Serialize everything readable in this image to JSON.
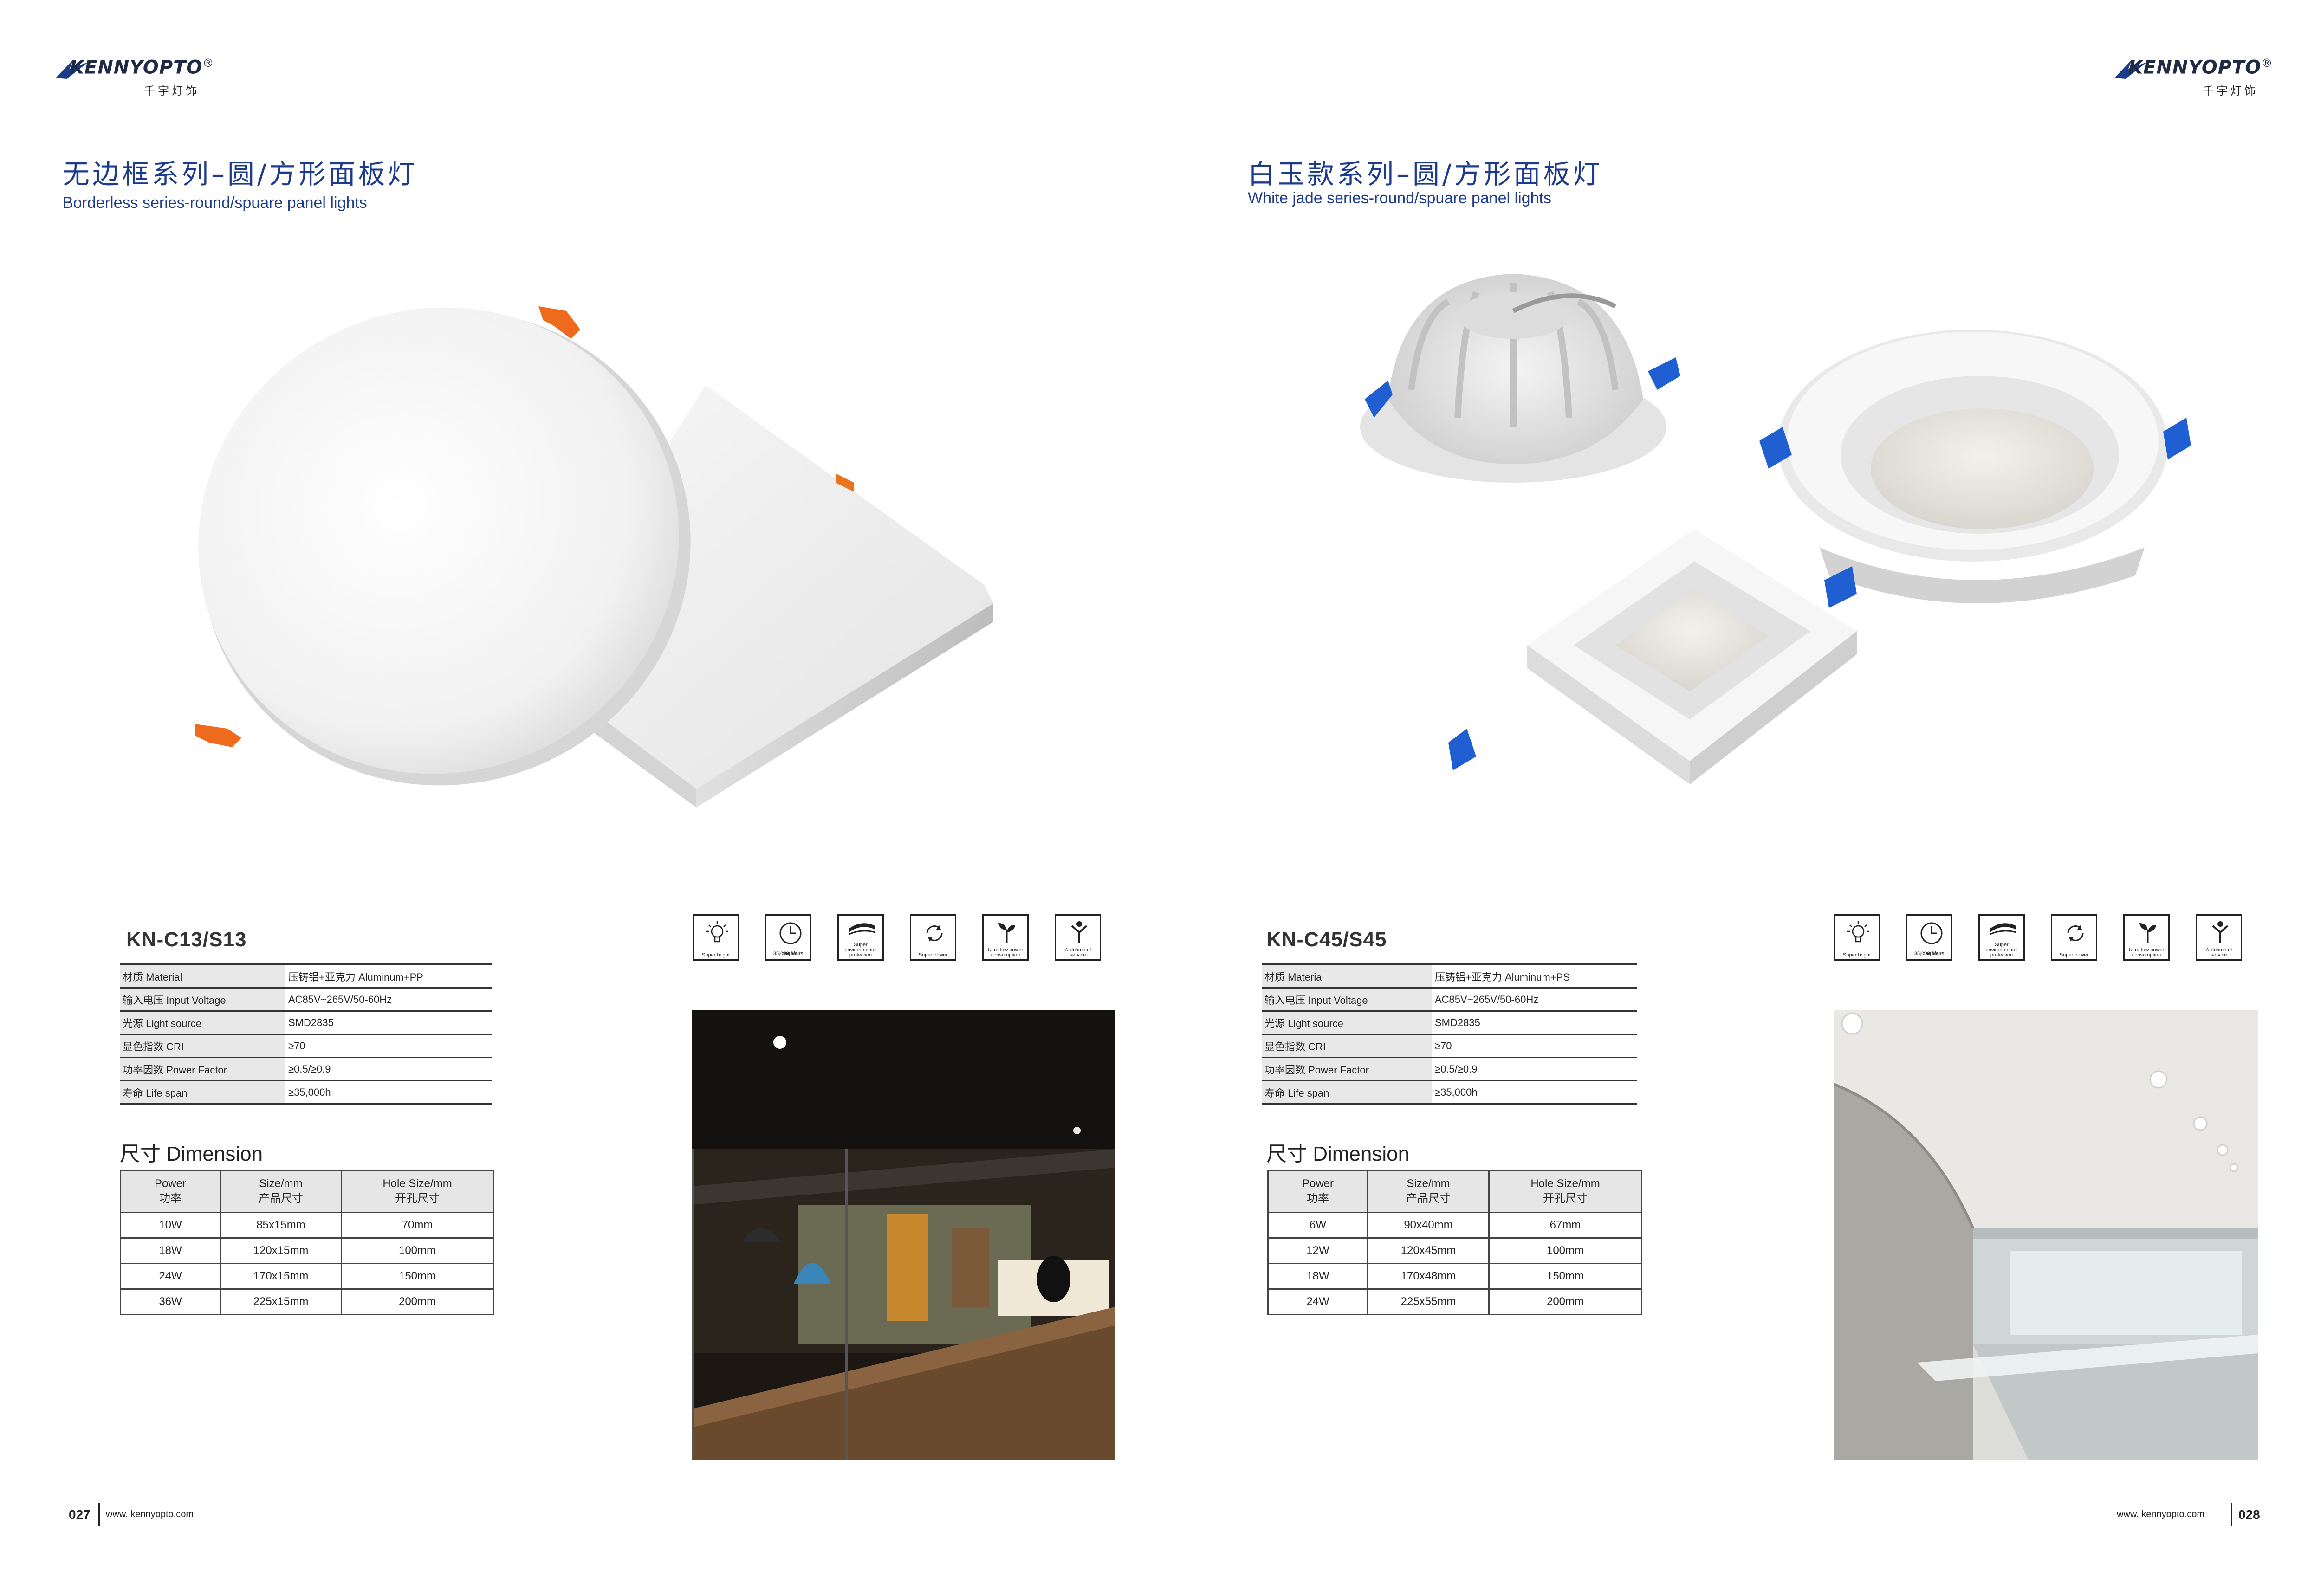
{
  "left": {
    "logo": {
      "brand": "KENNYOPTO",
      "reg": "®",
      "sub": "千宇灯饰"
    },
    "title_cn": "无边框系列–圆/方形面板灯",
    "title_en": "Borderless series-round/spuare panel lights",
    "model": "KN-C13/S13",
    "spec_rows": [
      {
        "key": "材质 Material",
        "value": "压铸铝+亚克力 Aluminum+PP"
      },
      {
        "key": "输入电压 Input Voltage",
        "value": "AC85V~265V/50-60Hz"
      },
      {
        "key": "光源 Light source",
        "value": "SMD2835"
      },
      {
        "key": "显色指数 CRI",
        "value": "≥70"
      },
      {
        "key": "功率因数 Power Factor",
        "value": "≥0.5/≥0.9"
      },
      {
        "key": "寿命 Life span",
        "value": "≥35,000h"
      }
    ],
    "dimension_title": "尺寸 Dimension",
    "dim_headers": [
      {
        "en": "Power",
        "cn": "功率"
      },
      {
        "en": "Size/mm",
        "cn": "产品尺寸"
      },
      {
        "en": "Hole Size/mm",
        "cn": "开孔尺寸"
      }
    ],
    "dim_rows": [
      [
        "10W",
        "85x15mm",
        "70mm"
      ],
      [
        "18W",
        "120x15mm",
        "100mm"
      ],
      [
        "24W",
        "170x15mm",
        "150mm"
      ],
      [
        "36W",
        "225x15mm",
        "200mm"
      ]
    ],
    "footer_url": "www. kennyopto.com",
    "page_number": "027"
  },
  "right": {
    "logo": {
      "brand": "KENNYOPTO",
      "reg": "®",
      "sub": "千宇灯饰"
    },
    "title_cn": "白玉款系列–圆/方形面板灯",
    "title_en": "White jade series-round/spuare panel lights",
    "model": "KN-C45/S45",
    "spec_rows": [
      {
        "key": "材质 Material",
        "value": "压铸铝+亚克力 Aluminum+PS"
      },
      {
        "key": "输入电压 Input Voltage",
        "value": "AC85V~265V/50-60Hz"
      },
      {
        "key": "光源 Light source",
        "value": "SMD2835"
      },
      {
        "key": "显色指数 CRI",
        "value": "≥70"
      },
      {
        "key": "功率因数 Power Factor",
        "value": "≥0.5/≥0.9"
      },
      {
        "key": "寿命 Life span",
        "value": "≥35,000h"
      }
    ],
    "dimension_title": "尺寸 Dimension",
    "dim_headers": [
      {
        "en": "Power",
        "cn": "功率"
      },
      {
        "en": "Size/mm",
        "cn": "产品尺寸"
      },
      {
        "en": "Hole Size/mm",
        "cn": "开孔尺寸"
      }
    ],
    "dim_rows": [
      [
        "6W",
        "90x40mm",
        "67mm"
      ],
      [
        "12W",
        "120x45mm",
        "100mm"
      ],
      [
        "18W",
        "170x48mm",
        "150mm"
      ],
      [
        "24W",
        "225x55mm",
        "200mm"
      ]
    ],
    "footer_url": "www. kennyopto.com",
    "page_number": "028"
  },
  "features": [
    {
      "icon": "bulb-icon",
      "label": "Super bright"
    },
    {
      "icon": "clock-icon",
      "label": "Long life",
      "extra": "35,000 hours"
    },
    {
      "icon": "leaf-wave-icon",
      "label": "Super environmental protection"
    },
    {
      "icon": "recycle-icon",
      "label": "Super power"
    },
    {
      "icon": "plant-icon",
      "label": "Ultra-low power consumption"
    },
    {
      "icon": "person-icon",
      "label": "A lifetime of service"
    }
  ]
}
